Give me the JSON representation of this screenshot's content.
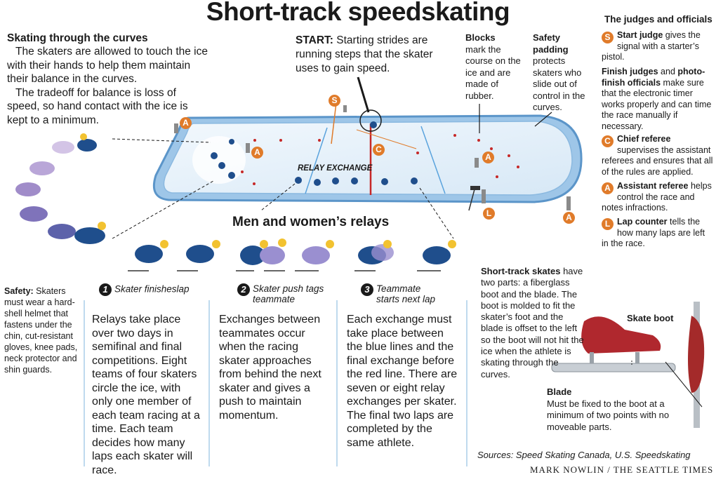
{
  "title": "Short-track speedskating",
  "curves": {
    "heading": "Skating through the curves",
    "p1": "The skaters are allowed to touch the ice with their hands to help them maintain their balance in the curves.",
    "p2": "The tradeoff for balance is loss of speed, so hand contact with the ice is kept to a minimum."
  },
  "start": {
    "label": "START:",
    "text": "Starting strides are running steps that the skater uses to gain speed."
  },
  "blocks": {
    "label": "Blocks",
    "text": "mark the course on the ice and are made of rubber."
  },
  "padding": {
    "label": "Safety padding",
    "text": "protects skaters who slide out of control in the curves."
  },
  "judges": {
    "heading": "The judges and officials",
    "items": [
      {
        "badge": "S",
        "bold": "Start judge",
        "text": "gives the signal with a starter’s pistol."
      },
      {
        "badge": "",
        "bold": "Finish judges",
        "mid": "and",
        "bold2": "photo-finish officials",
        "text": "make sure that the electronic timer works properly and can time the race manually if necessary."
      },
      {
        "badge": "C",
        "bold": "Chief referee",
        "text": "supervises the assistant referees and ensures that all of the rules are applied."
      },
      {
        "badge": "A",
        "bold": "Assistant referee",
        "text": "helps control the race and notes infractions."
      },
      {
        "badge": "L",
        "bold": "Lap counter",
        "text": "tells the how many laps are left in the race."
      }
    ]
  },
  "rink": {
    "relay_exchange": "RELAY EXCHANGE",
    "markers": [
      "A",
      "S",
      "A",
      "C",
      "A",
      "A",
      "L"
    ]
  },
  "relays": {
    "heading": "Men and women’s relays",
    "steps": [
      {
        "num": "1",
        "label": "Skater finisheslap"
      },
      {
        "num": "2",
        "label": "Skater push tags teammate"
      },
      {
        "num": "3",
        "label": "Teammate starts next lap"
      }
    ],
    "col1": "Relays take place over two days in semifinal and final competitions. Eight teams of four skaters circle the ice, with only one member of each team racing at a time. Each team decides how many laps each skater will race.",
    "col2": "Exchanges between teammates occur when the racing skater approaches from behind the next skater and gives a push to maintain momentum.",
    "col3": "Each exchange must take place between the blue lines and the final exchange before the red line. There are seven or eight relay exchanges per skater. The final two laps are completed by the same athlete."
  },
  "safety": {
    "label": "Safety:",
    "text": "Skaters must wear a hard-shell helmet that fastens under the chin, cut-resistant gloves, knee pads, neck protector and shin guards."
  },
  "skates": {
    "bold": "Short-track skates",
    "text": "have two parts: a fiberglass boot and the blade. The boot is molded to fit the skater’s foot and the blade is offset to the left so the boot will not hit the ice when the athlete is skating through the curves.",
    "boot_label": "Skate boot",
    "blade_label": "Blade",
    "blade_text": "Must be fixed to the boot at a minimum of two points with no moveable parts."
  },
  "sources": "Sources: Speed Skating Canada, U.S. Speedskating",
  "credit": "MARK NOWLIN / THE SEATTLE TIMES",
  "colors": {
    "accent": "#e07b2a",
    "rink_blue": "#6fa8d8",
    "skater_blue": "#1f4e8c",
    "red_line": "#c62828"
  }
}
